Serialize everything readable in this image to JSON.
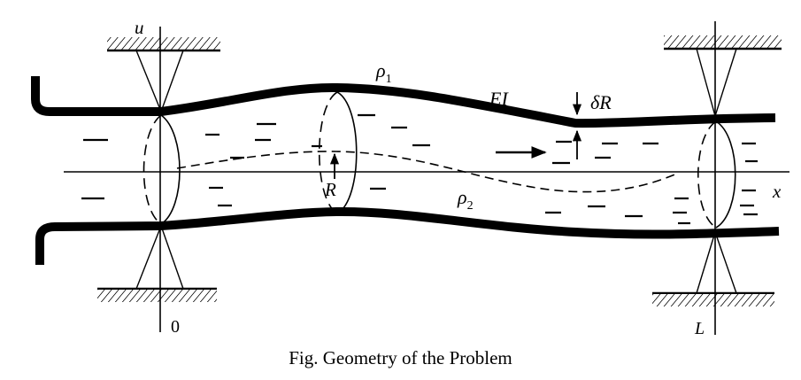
{
  "labels": {
    "u_axis": "u",
    "x_axis": "x",
    "origin": "0",
    "length": "L",
    "rho1": "ρ",
    "rho1_sub": "1",
    "rho2": "ρ",
    "rho2_sub": "2",
    "stiffness": "EI",
    "radius": "R",
    "delta_r_delta": "δ",
    "delta_r_r": "R"
  },
  "caption": "Fig. Geometry of the Problem",
  "colors": {
    "ink": "#000000",
    "background": "#ffffff"
  }
}
